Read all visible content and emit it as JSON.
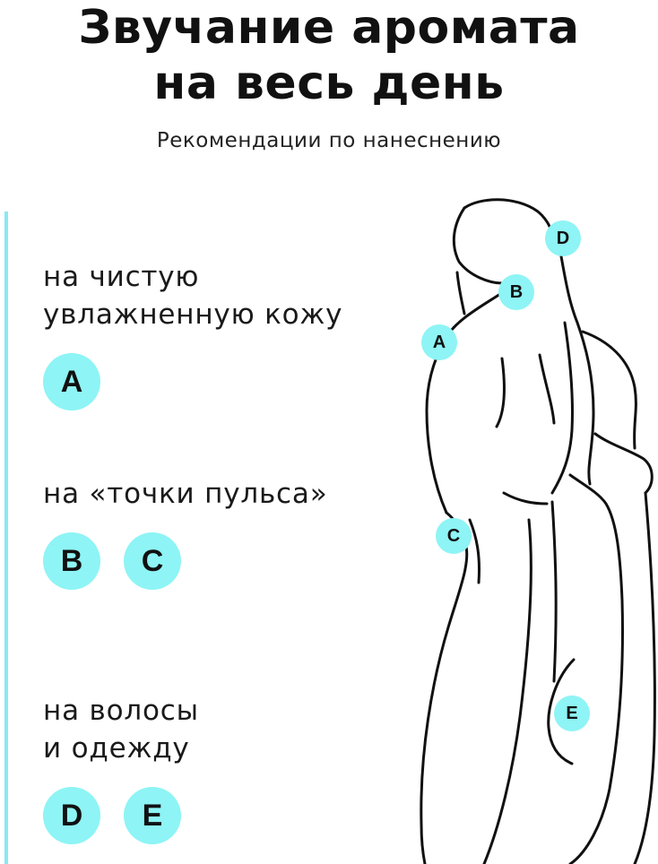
{
  "header": {
    "title_line1": "Звучание аромата",
    "title_line2": "на весь день",
    "subtitle": "Рекомендации по нанеснению"
  },
  "sections": [
    {
      "text_line1": "на чистую",
      "text_line2": "увлажненную кожу",
      "badges": [
        "A"
      ]
    },
    {
      "text_line1": "на «точки пульса»",
      "badges": [
        "B",
        "C"
      ]
    },
    {
      "text_line1": "на волосы",
      "text_line2": "и одежду",
      "badges": [
        "D",
        "E"
      ]
    }
  ],
  "figure": {
    "markers": {
      "a": "A",
      "b": "B",
      "c": "C",
      "d": "D",
      "e": "E"
    }
  },
  "colors": {
    "accent": "#8ef4f5",
    "accent_line": "#8ae8f2",
    "text": "#111111"
  }
}
